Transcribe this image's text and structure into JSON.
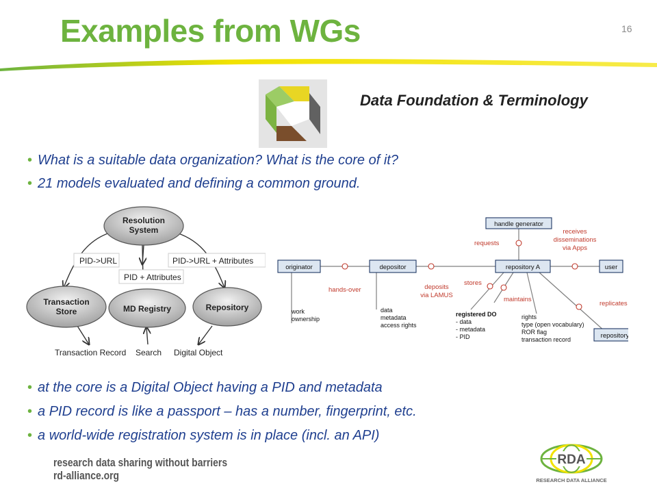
{
  "slide": {
    "title": "Examples from WGs",
    "page_number": "16",
    "wg_name": "Data Foundation & Terminology",
    "bullets_top": [
      "What is a suitable data organization? What is the core of it?",
      "21 models evaluated and defining a common ground."
    ],
    "bullets_bottom": [
      "at the core is a Digital Object having a PID and metadata",
      "a PID record is like a passport – has a number, fingerprint, etc.",
      "a world-wide registration system is in place (incl. an API)"
    ]
  },
  "left_diagram": {
    "nodes": {
      "resolution": [
        "Resolution",
        "System"
      ],
      "transaction": [
        "Transaction",
        "Store"
      ],
      "md_registry": "MD Registry",
      "repository": "Repository"
    },
    "edge_labels": {
      "pid_url": "PID->URL",
      "pid_url_attr": "PID->URL + Attributes",
      "pid_attr": "PID + Attributes"
    },
    "outputs": {
      "transaction_record": "Transaction Record",
      "search": "Search",
      "digital_object": "Digital Object"
    }
  },
  "right_diagram": {
    "boxes": {
      "handle_generator": "handle generator",
      "originator": "originator",
      "depositor": "depositor",
      "repository_a": "repository A",
      "user": "user",
      "repository_b": "repository B"
    },
    "relations": {
      "requests": "requests",
      "receives": [
        "receives",
        "disseminations",
        "via Apps"
      ],
      "hands_over": "hands-over",
      "deposits": [
        "deposits",
        "via LAMUS"
      ],
      "stores": "stores",
      "maintains": "maintains",
      "replicates": "replicates"
    },
    "notes": {
      "originator": [
        "work",
        "ownership"
      ],
      "depositor": [
        "data",
        "metadata",
        "access rights"
      ],
      "registered_do_title": "registered DO",
      "registered_do": [
        "- data",
        "- metadata",
        "- PID"
      ],
      "rights": [
        "rights",
        "type (open vocabulary)",
        "ROR flag",
        "transaction record"
      ]
    },
    "colors": {
      "relation": "#c0392b",
      "box_fill": "#dce6f1",
      "box_stroke": "#1f3864"
    }
  },
  "footer": {
    "slogan_line1": "research data sharing without barriers",
    "slogan_line2": "rd-alliance.org",
    "logo_text": "RDA",
    "logo_caption": "RESEARCH DATA ALLIANCE"
  },
  "colors": {
    "title_green": "#6db33f",
    "bullet_blue": "#1f3f8f",
    "swoosh_yellow": "#f2e200"
  }
}
